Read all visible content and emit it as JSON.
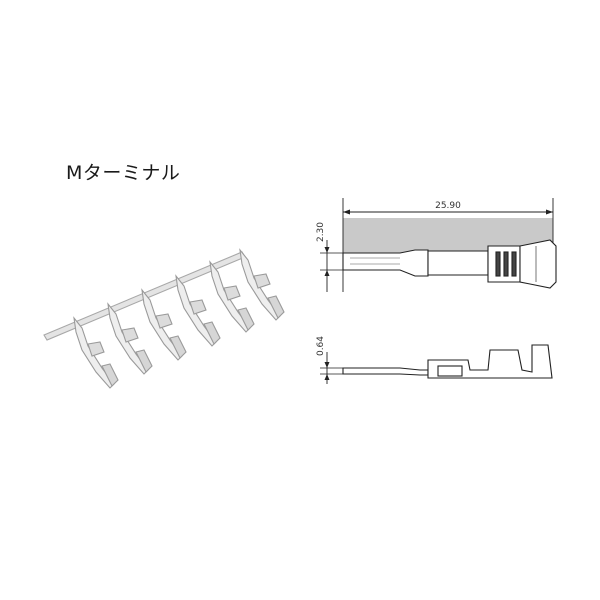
{
  "title": "Mターミナル",
  "dimensions": {
    "length": "25.90",
    "width": "2.30",
    "thickness": "0.64"
  }
}
